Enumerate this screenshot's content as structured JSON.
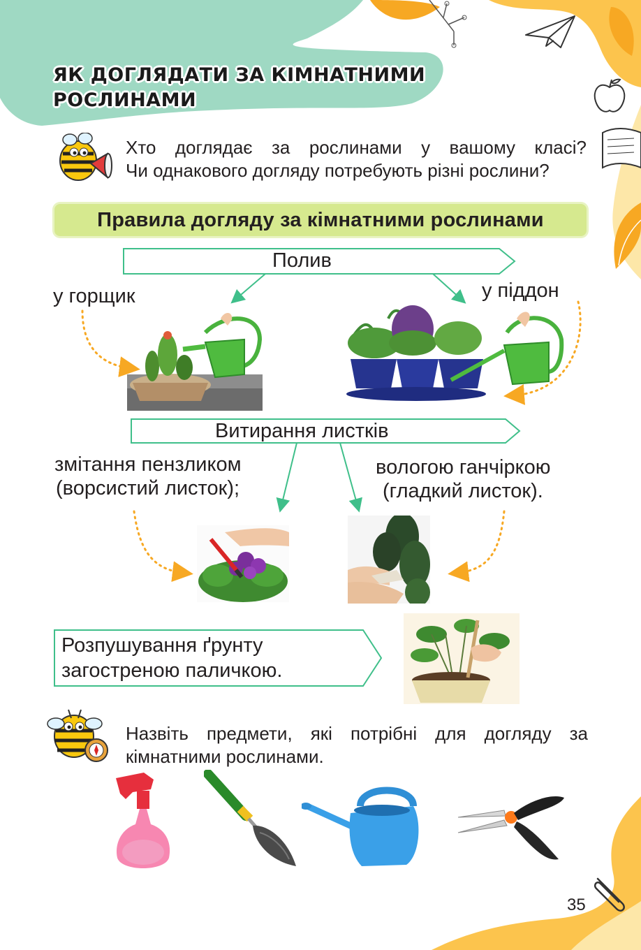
{
  "header": {
    "title_line1": "ЯК ДОГЛЯДАТИ ЗА КІМНАТНИМИ",
    "title_line2": "РОСЛИНАМИ"
  },
  "question": {
    "line1": "Хто доглядає за рослинами у вашому класі?",
    "line2": "Чи однакового догляду потребують різні рослини?"
  },
  "rules_banner": "Правила догляду за кімнатними рослинами",
  "watering": {
    "label": "Полив",
    "to_pot": "у горщик",
    "to_tray": "у піддон"
  },
  "wiping": {
    "label": "Витирання листків",
    "brush_line1": "змітання пензликом",
    "brush_line2": "(ворсистий листок);",
    "cloth_line1": "вологою ганчіркою",
    "cloth_line2": "(гладкий листок)."
  },
  "loosening": {
    "line1": "Розпушування ґрунту",
    "line2": "загостреною паличкою."
  },
  "task": {
    "line1": "Назвіть предмети, які потрібні для догляду за",
    "line2": "кімнатними рослинами."
  },
  "page_number": "35",
  "colors": {
    "mint": "#9fd9c3",
    "accent_green": "#3fbf8a",
    "banner": "#d6e98f",
    "orange": "#f7a823",
    "yellow": "#fcc44d"
  },
  "icons": [
    "bee-megaphone-icon",
    "bee-compass-icon",
    "paper-plane-icon",
    "apple-icon",
    "book-icon",
    "leaf-icon",
    "paperclip-icon"
  ]
}
